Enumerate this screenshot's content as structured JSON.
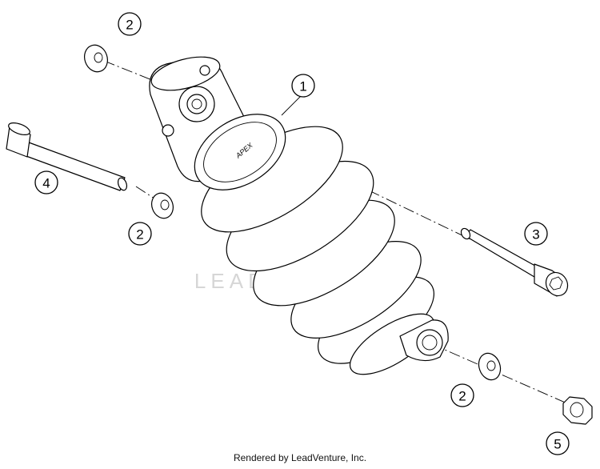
{
  "diagram": {
    "callouts": [
      {
        "id": "callout-1",
        "label": "1"
      },
      {
        "id": "callout-2a",
        "label": "2"
      },
      {
        "id": "callout-2b",
        "label": "2"
      },
      {
        "id": "callout-2c",
        "label": "2"
      },
      {
        "id": "callout-3",
        "label": "3"
      },
      {
        "id": "callout-4",
        "label": "4"
      },
      {
        "id": "callout-5",
        "label": "5"
      }
    ],
    "watermark": "LEADVENTURE",
    "brand_mark": "APEX"
  },
  "footer": {
    "credit": "Rendered by LeadVenture, Inc."
  }
}
